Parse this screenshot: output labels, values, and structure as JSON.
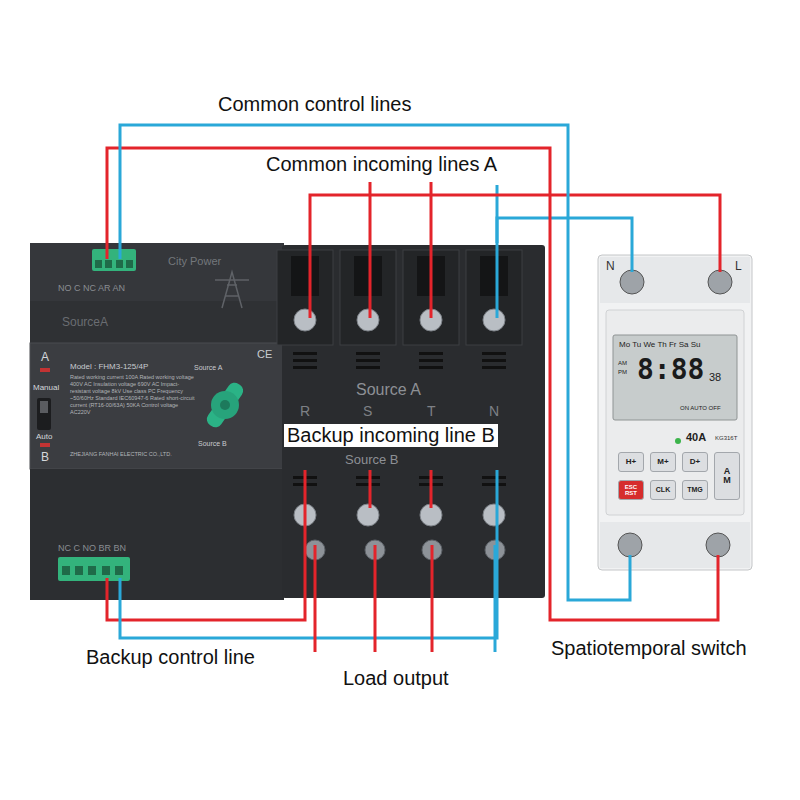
{
  "diagram": {
    "nodes": [
      {
        "text": [
          "NO C NC AR AN",
          "City Power",
          "SourceA",
          "A",
          "Manual",
          "Auto",
          "B",
          "Model : FHM3-125/4P",
          "Rated working current 100A Rated working voltage 400V AC Insulation voltage 690V AC Impact-resistant voltage 8kV Use class PC Frequency ~50/60Hz Standard IEC60947-6 Rated short-circuit current (RT16-00/63A) 50KA Control voltage AC220V",
          "ZHEJIANG FANHAI ELECTRIC CO.,LTD.",
          "Source A",
          "CE",
          "Source B",
          "Source A",
          "R",
          "S",
          "T",
          "N",
          "Source B",
          "NC C NO BR BN"
        ]
      },
      {
        "text": [
          "N",
          "L",
          "Mo Tu We Th Fr Sa Su",
          "AM",
          "PM",
          "8:88",
          "38",
          "ON AUTO OFF",
          "40A",
          "KG316T"
        ]
      },
      {
        "text": [
          "H+"
        ],
        "in": 1
      },
      {
        "text": [
          "M+"
        ],
        "in": 1
      },
      {
        "text": [
          "D+"
        ],
        "in": 1
      },
      {
        "text": [
          "A",
          "M"
        ],
        "in": 1
      },
      {
        "text": [
          "ESC",
          "RST"
        ],
        "in": 1
      },
      {
        "text": [
          "CLK"
        ],
        "in": 1
      },
      {
        "text": [
          "TMG"
        ],
        "in": 1
      }
    ],
    "edges": [
      {
        "from": 0,
        "to": 1,
        "arrow": "none"
      },
      {
        "from": 0,
        "to": 1,
        "arrow": "none"
      },
      {
        "from": 0,
        "to": 1,
        "arrow": "none"
      },
      {
        "from": 0,
        "to": 1,
        "arrow": "none"
      }
    ],
    "labels": [
      "Common control lines",
      "Common incoming lines A",
      "Backup incoming line B",
      "Backup control line",
      "Load output",
      "Spatiotemporal switch"
    ]
  }
}
